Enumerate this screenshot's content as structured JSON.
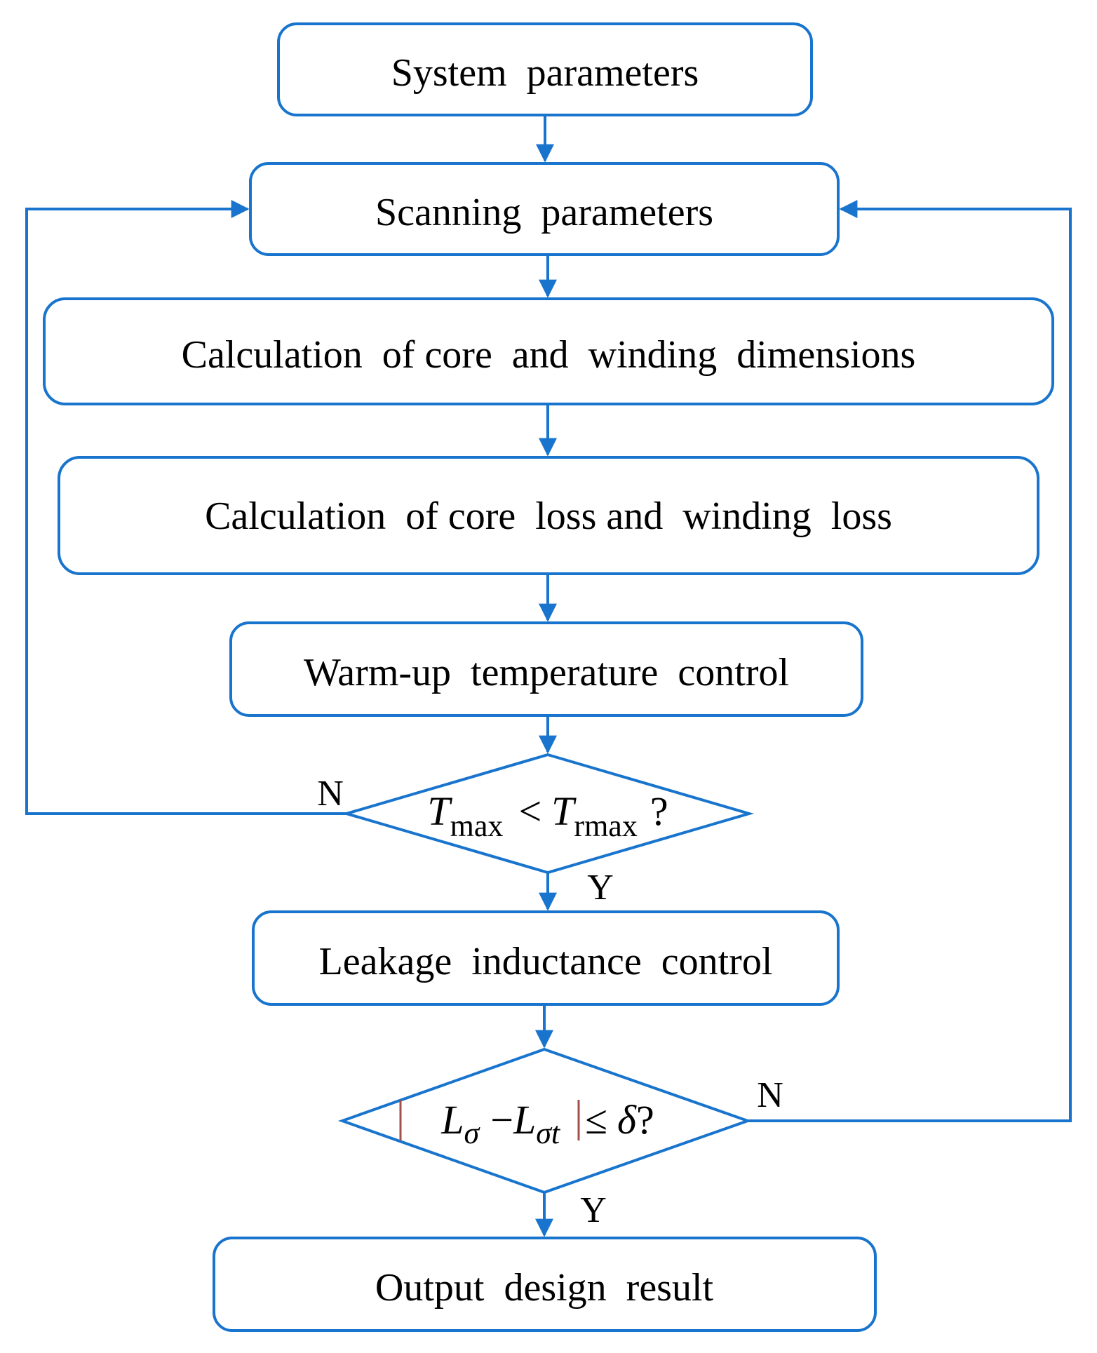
{
  "colors": {
    "stroke": "#1874cd",
    "text": "#000000",
    "abs_bar": "#a0524a"
  },
  "nodes": {
    "system": "System  parameters",
    "scanning": "Scanning  parameters",
    "dimensions": "Calculation  of core  and  winding  dimensions",
    "loss": "Calculation  of core  loss and  winding  loss",
    "warmup": "Warm-up  temperature  control",
    "leakage": "Leakage  inductance  control",
    "output": "Output  design  result"
  },
  "decision_temp": {
    "lhs_symbol": "T",
    "lhs_sub": "max",
    "operator": "<",
    "rhs_symbol": "T",
    "rhs_sub": "rmax",
    "question": "?"
  },
  "decision_leak": {
    "lhs_symbol": "L",
    "lhs_sub": "σ",
    "operator": "−",
    "rhs_symbol": "L",
    "rhs_sub": "σt",
    "relation": "≤",
    "threshold": "δ",
    "question": "?"
  },
  "edge_labels": {
    "temp_no": "N",
    "temp_yes": "Y",
    "leak_no": "N",
    "leak_yes": "Y"
  }
}
